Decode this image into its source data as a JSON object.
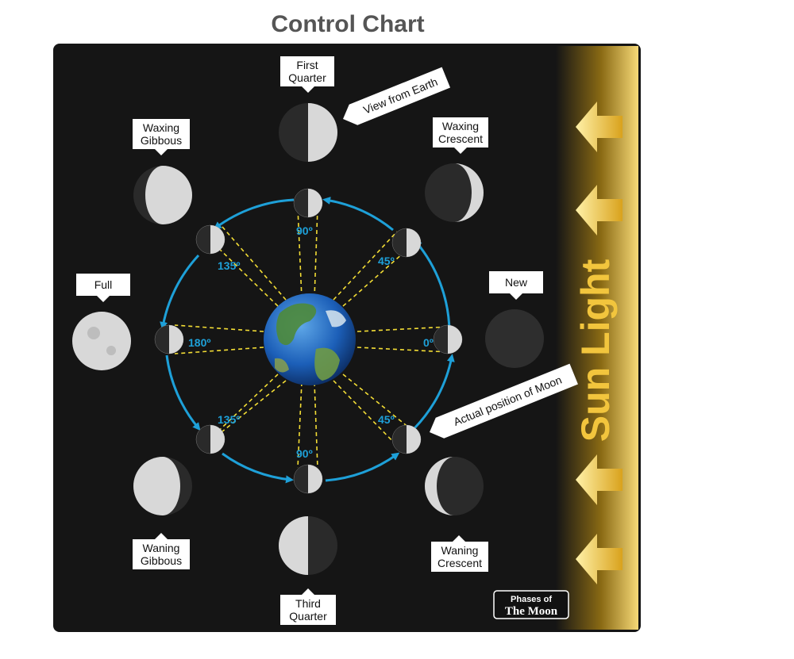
{
  "title": "Control Chart",
  "colors": {
    "background": "#151515",
    "orbit": "#1ea0d8",
    "guide": "#f3dd35",
    "sun_band": "#f2c94c",
    "sun_arrow": "#f7cc3c",
    "moon_lit": "#d8d8d8",
    "moon_dark": "#2a2a2a",
    "label_box": "#ffffff"
  },
  "sun_label": "Sun Light",
  "phase_labels": {
    "first_quarter": [
      "First",
      "Quarter"
    ],
    "waxing_crescent": [
      "Waxing",
      "Crescent"
    ],
    "waxing_gibbous": [
      "Waxing",
      "Gibbous"
    ],
    "full": [
      "Full"
    ],
    "new": [
      "New"
    ],
    "waning_gibbous": [
      "Waning",
      "Gibbous"
    ],
    "waning_crescent": [
      "Waning",
      "Crescent"
    ],
    "third_quarter": [
      "Third",
      "Quarter"
    ]
  },
  "callouts": {
    "view_from_earth": "View from Earth",
    "actual_position": "Actual position of Moon"
  },
  "angles": {
    "top": "90º",
    "upper_right": "45º",
    "upper_left": "135º",
    "left": "180º",
    "right": "0º",
    "lower_left": "135º",
    "lower_right": "45º",
    "bottom": "90º"
  },
  "badge": {
    "line1": "Phases of",
    "line2": "The Moon"
  }
}
